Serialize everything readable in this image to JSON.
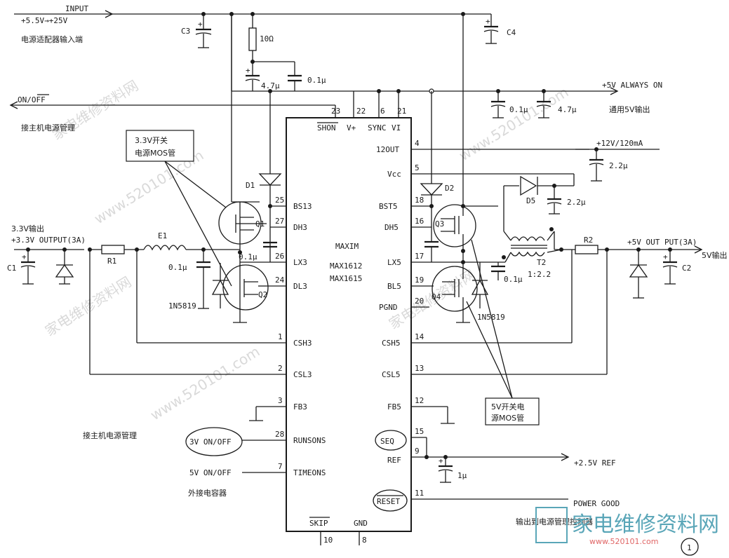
{
  "input": {
    "label": "INPUT",
    "range": "+5.5V→+25V",
    "desc": "电源适配器输入端"
  },
  "chip": {
    "brand": "MAXIM",
    "model1": "MAX1612",
    "model2": "MAX1615",
    "left_pins": [
      {
        "num": "25",
        "name": "BS13"
      },
      {
        "num": "27",
        "name": "DH3"
      },
      {
        "num": "26",
        "name": "LX3"
      },
      {
        "num": "24",
        "name": "DL3"
      },
      {
        "num": "1",
        "name": "CSH3"
      },
      {
        "num": "2",
        "name": "CSL3"
      },
      {
        "num": "3",
        "name": "FB3"
      },
      {
        "num": "28",
        "name": "RUNSONS"
      },
      {
        "num": "7",
        "name": "TIMEONS"
      }
    ],
    "right_pins": [
      {
        "num": "4",
        "name": "12OUT"
      },
      {
        "num": "5",
        "name": "Vcc"
      },
      {
        "num": "18",
        "name": "BST5"
      },
      {
        "num": "16",
        "name": "DH5"
      },
      {
        "num": "17",
        "name": "LX5"
      },
      {
        "num": "19",
        "name": "BL5"
      },
      {
        "num": "20",
        "name": "PGND"
      },
      {
        "num": "14",
        "name": "CSH5"
      },
      {
        "num": "13",
        "name": "CSL5"
      },
      {
        "num": "12",
        "name": "FB5"
      },
      {
        "num": "15",
        "name": "SEQ"
      },
      {
        "num": "9",
        "name": "REF"
      },
      {
        "num": "11",
        "name": "RESET"
      }
    ],
    "top_pins": [
      {
        "num": "23",
        "name": "SHON"
      },
      {
        "num": "22",
        "name": "V+"
      },
      {
        "num": "6",
        "name": "SYNC"
      },
      {
        "num": "21",
        "name": "VI"
      }
    ],
    "bottom_pins": [
      {
        "num": "10",
        "name": "SKIP"
      },
      {
        "num": "8",
        "name": "GND"
      }
    ]
  },
  "labels": {
    "c3": "C3",
    "r10": "10Ω",
    "cap47": "4.7μ",
    "cap01a": "0.1μ",
    "c4": "C4",
    "always_on": "+5V ALWAYS ON",
    "always_on_desc": "通用5V输出",
    "cap01b": "0.1μ",
    "cap47b": "4.7μ",
    "on_off": "ON/OFF",
    "on_off_desc": "接主机电源管理",
    "plus12": "+12V/120mA",
    "cap22a": "2.2μ",
    "mos33_box_line1": "3.3V开关",
    "mos33_box_line2": "电源MOS管",
    "d1": "D1",
    "d2": "D2",
    "d5": "D5",
    "cap22b": "2.2μ",
    "q1": "Q1",
    "q2": "Q2",
    "q3": "Q3",
    "q4": "Q4",
    "out33_cn": "3.3V输出",
    "out33": "+3.3V OUTPUT(3A)",
    "c1": "C1",
    "r1": "R1",
    "e1": "E1",
    "cap01c": "0.1μ",
    "cap01d": "0.1μ",
    "diode1": "1N5819",
    "diode2": "1N5819",
    "cap01e": "0.1μ",
    "t2": "T2",
    "t2_ratio": "1:2.2",
    "r2": "R2",
    "out5": "+5V OUT PUT(3A)",
    "out5_cn": "5V输出",
    "c2": "C2",
    "mos5_box_line1": "5V开关电",
    "mos5_box_line2": "源MOS管",
    "mgmt_desc": "接主机电源管理",
    "on3v": "3V ON/OFF",
    "on5v": "5V ON/OFF",
    "ext_cap": "外接电容器",
    "ref_out": "+2.5V REF",
    "cap1u": "1μ",
    "power_good": "POWER GOOD",
    "pg_desc": "输出到电源管理控制器",
    "seq_tag": "SEQ",
    "reset_tag": "RESET",
    "figure_no": "1"
  },
  "watermarks": [
    "家电维修资料网",
    "www.520101.com",
    "家电维修资料网",
    "www.520101.com",
    "家电维修资料网",
    "www.520101.com"
  ],
  "logo": {
    "text": "家电维修资料网",
    "url": "www.520101.com"
  }
}
